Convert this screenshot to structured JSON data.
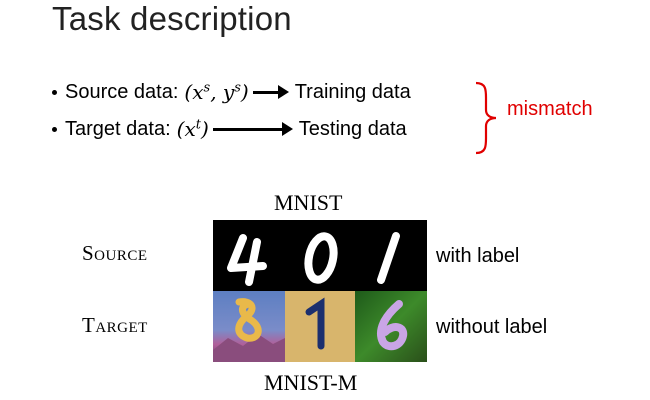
{
  "title": "Task description",
  "bullets": [
    {
      "label": "Source data:",
      "math": {
        "open": "(",
        "x": "x",
        "x_sup": "s",
        "comma": ", ",
        "y": "y",
        "y_sup": "s",
        "close": ")"
      },
      "result": "Training data"
    },
    {
      "label": "Target data:",
      "math": {
        "open": "(",
        "x": "x",
        "x_sup": "t",
        "close": ")"
      },
      "result": "Testing data"
    }
  ],
  "mismatch_label": "mismatch",
  "figure": {
    "top_caption": "MNIST",
    "bottom_caption": "MNIST-M",
    "rows": [
      {
        "label": "Source",
        "description": "with label"
      },
      {
        "label": "Target",
        "description": "without label"
      }
    ],
    "source_digits": [
      "4",
      "0",
      "1"
    ],
    "target_digits": [
      "8",
      "1",
      "6"
    ]
  },
  "colors": {
    "accent": "#e00000",
    "text": "#000000",
    "title": "#222222"
  }
}
